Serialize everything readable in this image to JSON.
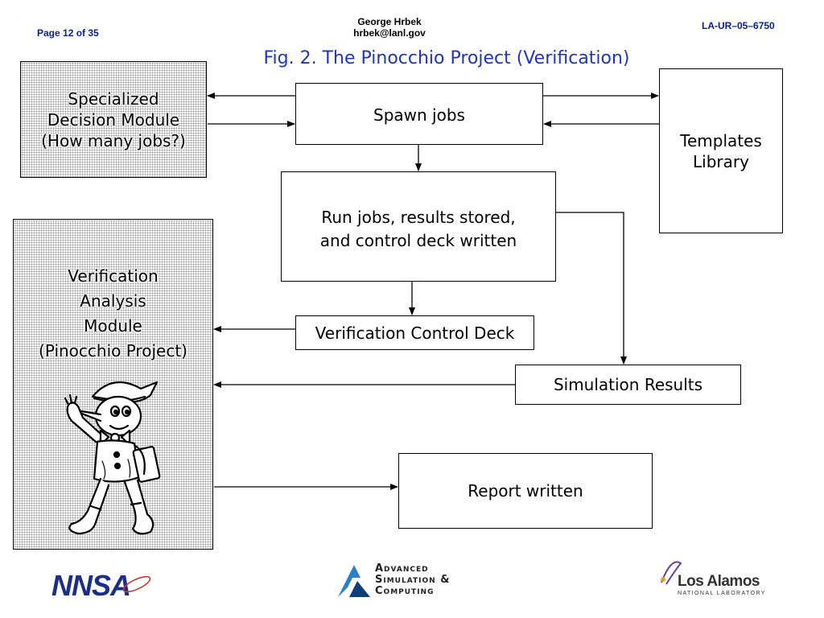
{
  "header": {
    "page": "Page 12 of 35",
    "author_name": "George Hrbek",
    "author_email": "hrbek@lanl.gov",
    "doc_id": "LA-UR–05–6750"
  },
  "title": "Fig. 2. The Pinocchio Project (Verification)",
  "nodes": {
    "decision_module": {
      "line1": "Specialized",
      "line2": "Decision Module",
      "line3": "(How many jobs?)"
    },
    "spawn_jobs": "Spawn jobs",
    "templates_library": {
      "line1": "Templates",
      "line2": "Library"
    },
    "run_jobs": {
      "line1": "Run jobs, results stored,",
      "line2": "and control deck written"
    },
    "verification_module": {
      "line1": "Verification",
      "line2": "Analysis",
      "line3": "Module",
      "line4": "(Pinocchio Project)"
    },
    "control_deck": "Verification Control Deck",
    "simulation_results": "Simulation Results",
    "report_written": "Report written"
  },
  "logos": {
    "nnsa": "NNSA",
    "asc": {
      "line1": "Advanced",
      "line2": "Simulation &",
      "line3": "Computing"
    },
    "lanl": {
      "line1": "Los Alamos",
      "line2": "NATIONAL LABORATORY"
    }
  },
  "colors": {
    "header_blue": "#0a1f8f",
    "title_blue": "#2036b8",
    "nnsa_blue": "#1c2f86",
    "asc_blue": "#2a7fc9"
  }
}
